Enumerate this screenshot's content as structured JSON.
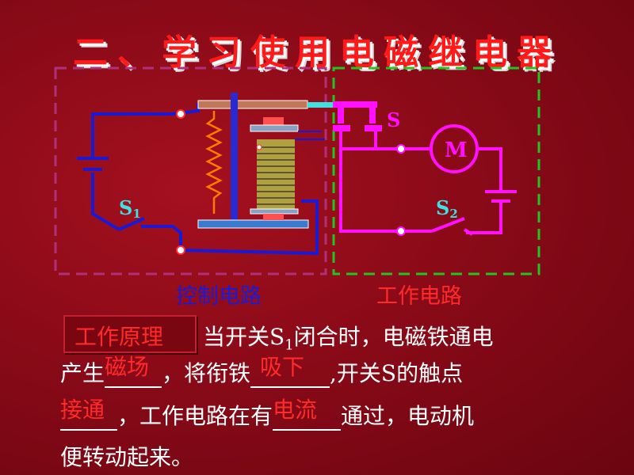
{
  "title": "二、学习使用电磁继电器",
  "diagram": {
    "switch_s": "S",
    "switch_s1": "S",
    "switch_s1_sub": "1",
    "switch_s2": "S",
    "switch_s2_sub": "2",
    "motor": "M",
    "control_label": "控制电路",
    "work_label": "工作电路",
    "colors": {
      "control_wire": "#1a1ad6",
      "work_wire": "#ff10ff",
      "control_frame": "#b0307a",
      "work_frame": "#22c422",
      "coil_spring": "#ff7a00"
    }
  },
  "principle": {
    "badge": "工作原理",
    "line1_a": "当开关S",
    "line1_sub": "1",
    "line1_b": "闭合时，电磁铁通电",
    "line2_a": "产生",
    "answer1": "磁场",
    "line2_b": "，将衔铁",
    "answer2": "吸下",
    "line2_c": ",开关S的触点",
    "answer3": "接通",
    "line3_a": "，工作电路在有",
    "answer4": "电流",
    "line3_b": "通过，电动机",
    "line4": "便转动起来。"
  }
}
